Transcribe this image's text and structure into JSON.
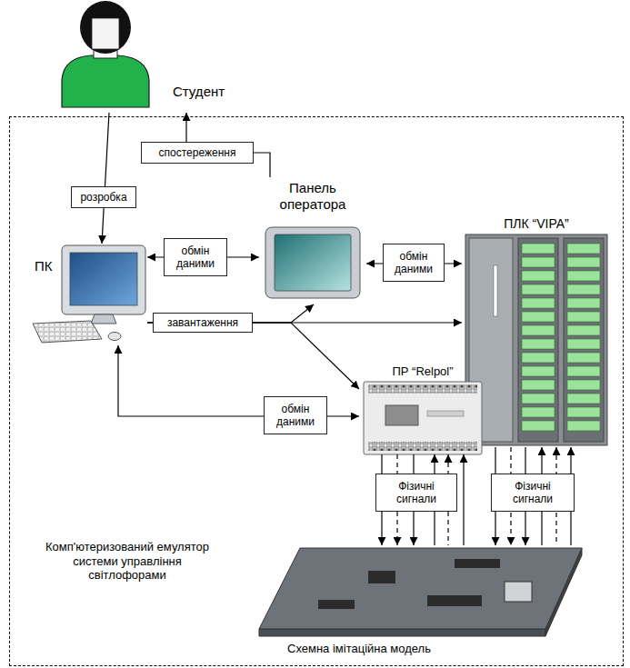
{
  "diagram": {
    "nodes": [
      {
        "text": [
          "Студент"
        ]
      },
      {
        "text": [
          "Комп'ютеризований емулятор системи управління світлофорами"
        ]
      },
      {
        "text": [
          "ПК"
        ],
        "in": 1
      },
      {
        "text": [
          "Панель оператора"
        ],
        "in": 1
      },
      {
        "text": [
          "ПЛК “VIPA”"
        ],
        "in": 1
      },
      {
        "text": [
          "ПР “Relpol”"
        ],
        "in": 1
      },
      {
        "text": [
          "Схемна імітаційна модель"
        ],
        "in": 1
      }
    ],
    "edges": [
      {
        "from": 0,
        "to": 2,
        "arrow": "to",
        "label": "розробка"
      },
      {
        "from": 3,
        "to": 0,
        "arrow": "to",
        "label": "спостереження"
      },
      {
        "from": 2,
        "to": 3,
        "arrow": "both",
        "label": "обмін даними"
      },
      {
        "from": 3,
        "to": 4,
        "arrow": "both",
        "label": "обмін даними"
      },
      {
        "from": 2,
        "to": 4,
        "arrow": "to",
        "label": "завантаження"
      },
      {
        "from": 2,
        "to": 3,
        "arrow": "to"
      },
      {
        "from": 2,
        "to": 5,
        "arrow": "to"
      },
      {
        "from": 5,
        "to": 2,
        "arrow": "both",
        "label": "обмін даними"
      },
      {
        "from": 5,
        "to": 6,
        "arrow": "both",
        "label": "Фізичні сигнали"
      },
      {
        "from": 4,
        "to": 6,
        "arrow": "both",
        "label": "Фізичні сигнали"
      }
    ]
  }
}
